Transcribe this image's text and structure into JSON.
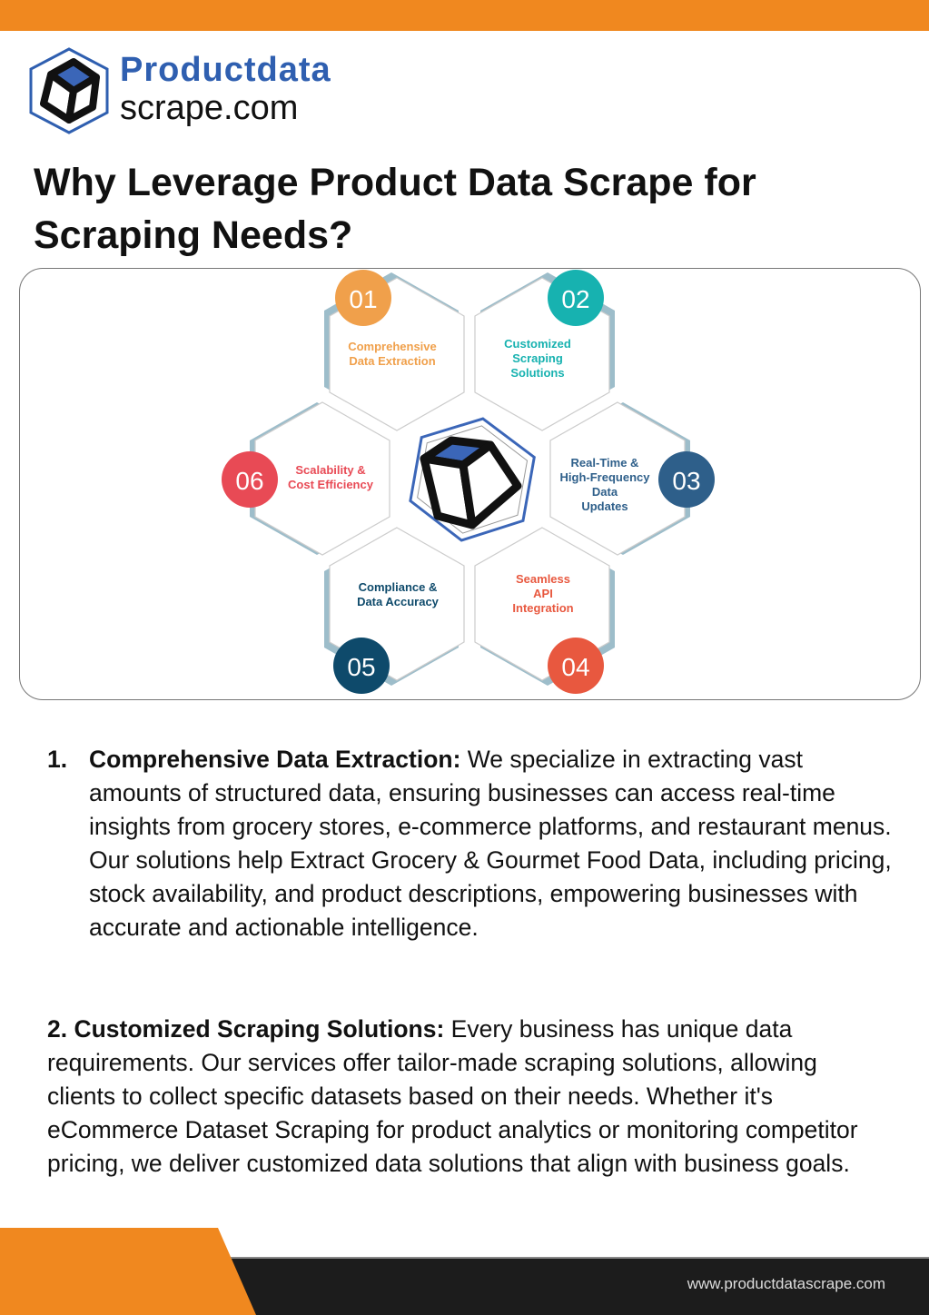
{
  "brand": {
    "line1": "Productdata",
    "line2": "scrape.com"
  },
  "title": "Why Leverage Product Data Scrape for Scraping Needs?",
  "diagram": {
    "items": [
      {
        "num": "01",
        "lines": [
          "Comprehensive",
          "Data Extraction"
        ],
        "color": "#f0a04b"
      },
      {
        "num": "02",
        "lines": [
          "Customized",
          "Scraping",
          "Solutions"
        ],
        "color": "#17b2b0"
      },
      {
        "num": "03",
        "lines": [
          "Real-Time &",
          "High-Frequency",
          "Data",
          "Updates"
        ],
        "color": "#2e5f8a"
      },
      {
        "num": "04",
        "lines": [
          "Seamless",
          "API",
          "Integration"
        ],
        "color": "#e8583f"
      },
      {
        "num": "05",
        "lines": [
          "Compliance &",
          "Data Accuracy"
        ],
        "color": "#0e4a6b"
      },
      {
        "num": "06",
        "lines": [
          "Scalability &",
          "Cost Efficiency"
        ],
        "color": "#e84a55"
      }
    ]
  },
  "points": [
    {
      "num": "1.",
      "heading": "Comprehensive Data Extraction:",
      "text": " We specialize in extracting vast amounts of structured data, ensuring businesses can access real-time insights from grocery stores, e-commerce platforms, and restaurant menus. Our solutions help Extract Grocery & Gourmet Food Data, including pricing, stock availability, and product descriptions, empowering businesses with accurate and actionable intelligence."
    },
    {
      "num": "2.",
      "heading": "Customized Scraping Solutions:",
      "text": " Every business has unique data requirements. Our services offer tailor-made scraping solutions, allowing clients to collect specific datasets based on their needs. Whether it's eCommerce Dataset Scraping for product analytics or monitoring competitor pricing, we deliver customized data solutions that align with business goals."
    }
  ],
  "footer": {
    "website": "www.productdatascrape.com"
  }
}
